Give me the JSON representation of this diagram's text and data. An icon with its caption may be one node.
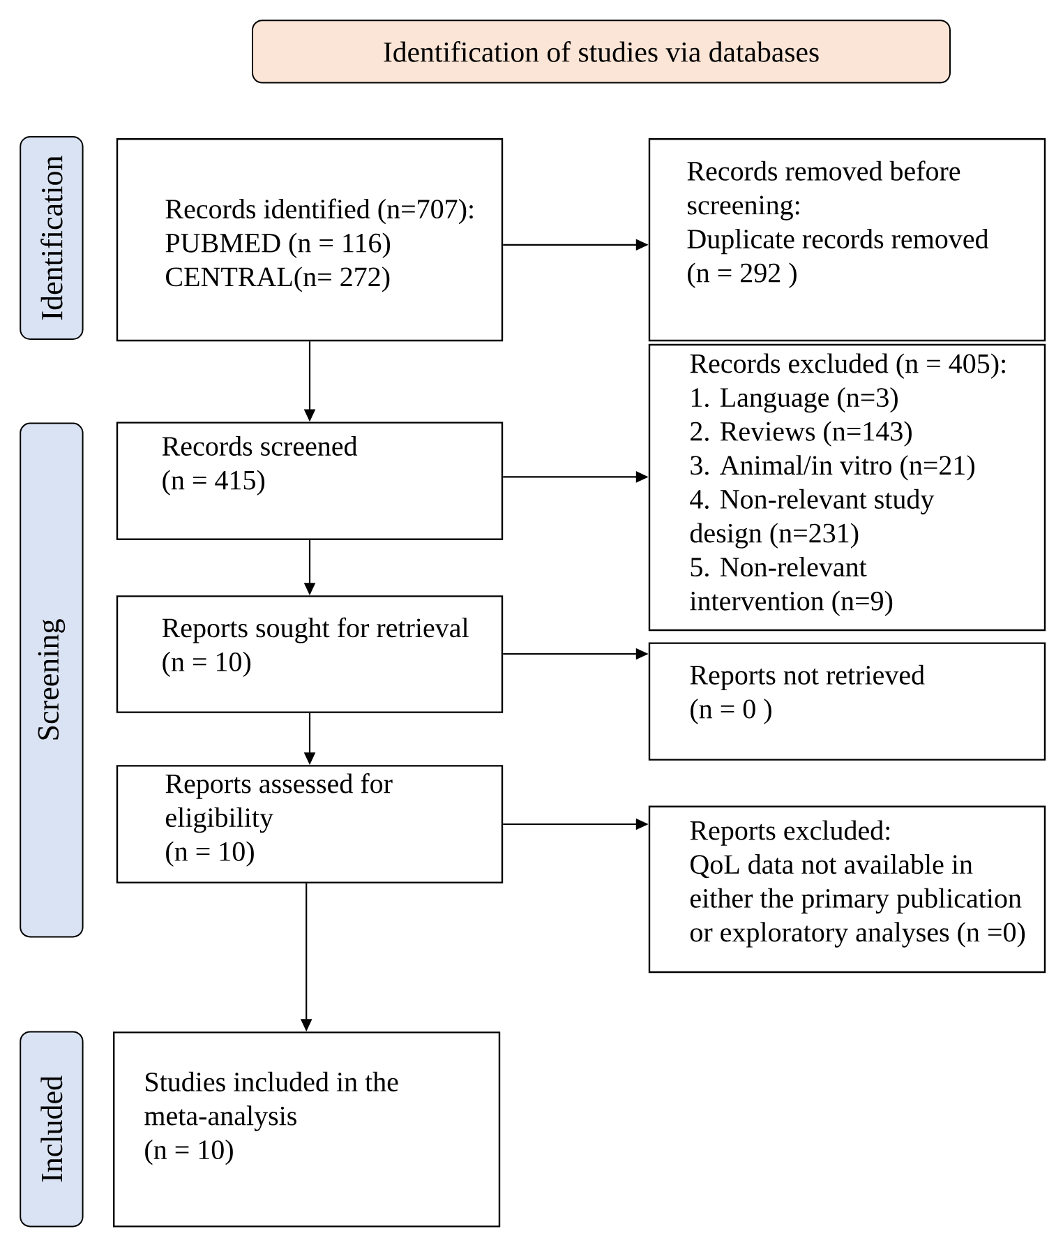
{
  "diagram": {
    "nodes": [
      {
        "text": [
          "Identification of studies via databases"
        ]
      },
      {
        "text": [
          "Identification"
        ]
      },
      {
        "text": [
          "Records identified (n=707):",
          "PUBMED (n = 116)",
          "CENTRAL(n= 272)"
        ]
      },
      {
        "text": [
          "Records removed before screening:",
          "Duplicate records removed",
          "(n = 292 )"
        ]
      },
      {
        "text": [
          "Screening"
        ]
      },
      {
        "text": [
          "Records screened",
          "(n = 415)"
        ]
      },
      {
        "text": [
          "Records excluded (n = 405):",
          "1. Language (n=3)",
          "2. Reviews (n=143)",
          "3. Animal/in vitro (n=21)",
          "4. Non-relevant study design (n=231)",
          "5. Non-relevant intervention (n=9)"
        ]
      },
      {
        "text": [
          "Reports sought for retrieval",
          "(n = 10)"
        ]
      },
      {
        "text": [
          "Reports not retrieved",
          "(n = 0 )"
        ]
      },
      {
        "text": [
          "Reports assessed for eligibility",
          "(n = 10)"
        ]
      },
      {
        "text": [
          "Reports excluded:",
          "QoL data not available in either the primary publication or exploratory analyses (n =0)"
        ]
      },
      {
        "text": [
          "Included"
        ]
      },
      {
        "text": [
          "Studies included in the meta-analysis",
          "(n = 10)"
        ]
      }
    ],
    "edges": [
      {
        "from": 2,
        "to": 3,
        "arrow": "to"
      },
      {
        "from": 2,
        "to": 5,
        "arrow": "to"
      },
      {
        "from": 5,
        "to": 6,
        "arrow": "to"
      },
      {
        "from": 5,
        "to": 7,
        "arrow": "to"
      },
      {
        "from": 7,
        "to": 8,
        "arrow": "to"
      },
      {
        "from": 7,
        "to": 9,
        "arrow": "to"
      },
      {
        "from": 9,
        "to": 10,
        "arrow": "to"
      },
      {
        "from": 9,
        "to": 12,
        "arrow": "to"
      }
    ]
  }
}
